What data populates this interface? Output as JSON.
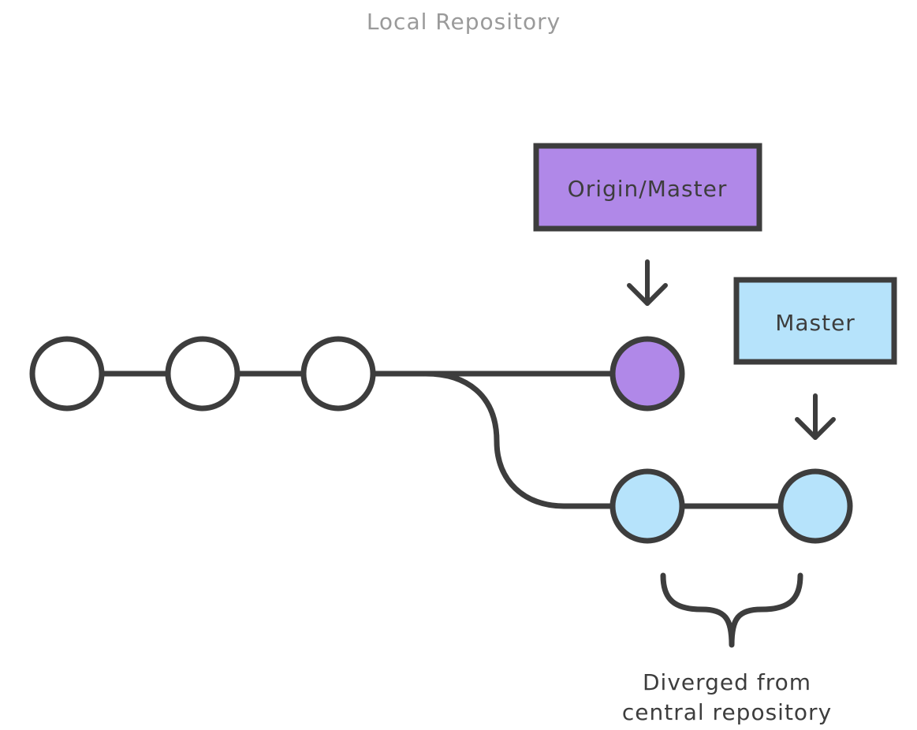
{
  "title": "Local Repository",
  "labels": {
    "origin_master": "Origin/Master",
    "master": "Master",
    "caption_line1": "Diverged from",
    "caption_line2": "central repository"
  },
  "colors": {
    "stroke": "#3d3d3d",
    "title_text": "#9a9a9a",
    "text": "#3d3d3d",
    "origin_fill": "#b088e8",
    "master_fill": "#b6e3fb",
    "commit_default_fill": "#ffffff",
    "background": "#ffffff"
  },
  "commits": [
    {
      "id": "c1",
      "branch": "shared"
    },
    {
      "id": "c2",
      "branch": "shared"
    },
    {
      "id": "c3",
      "branch": "shared"
    },
    {
      "id": "c4",
      "branch": "origin/master"
    },
    {
      "id": "c5",
      "branch": "master"
    },
    {
      "id": "c6",
      "branch": "master"
    }
  ]
}
